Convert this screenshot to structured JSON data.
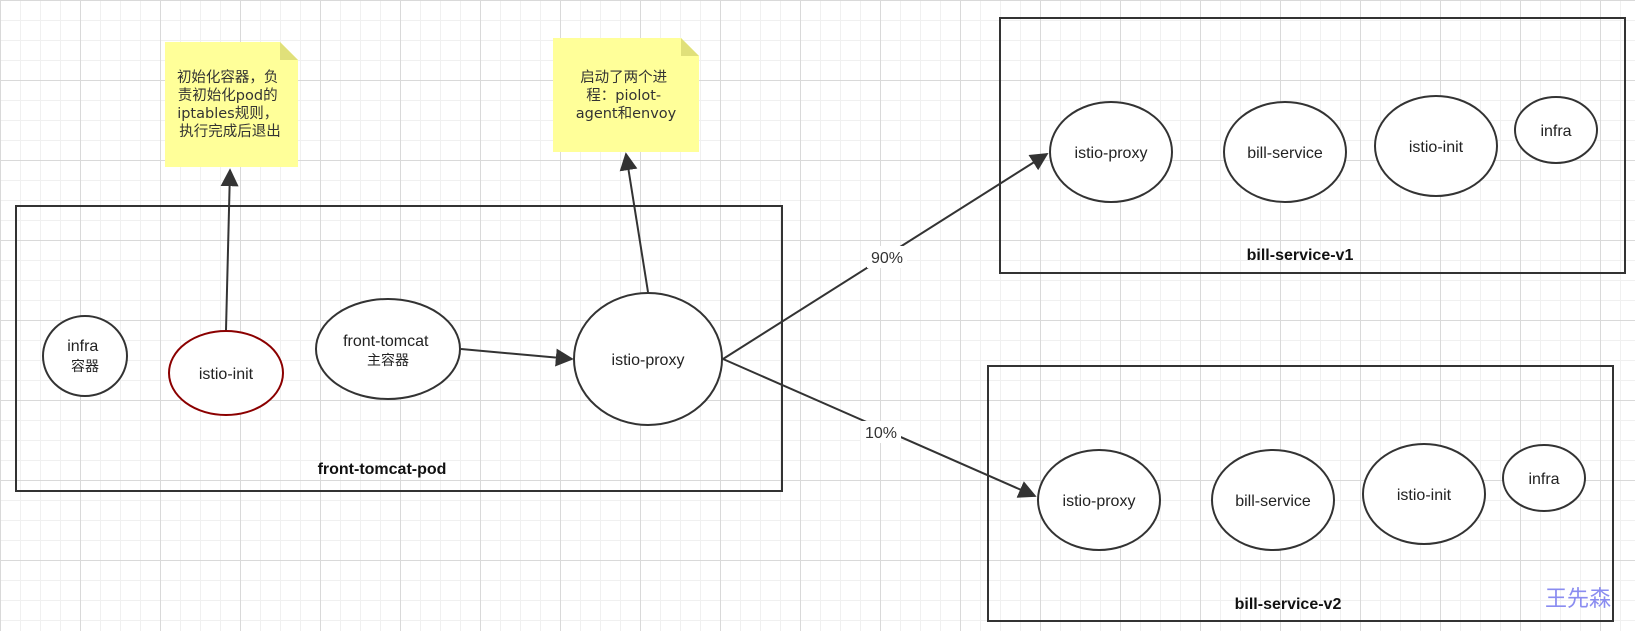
{
  "colors": {
    "stroke": "#333333",
    "highlight_stroke": "#8b0000",
    "note_fill": "#ffff99",
    "note_fold": "#e0e07a",
    "watermark": "#8a8cf0"
  },
  "pods": {
    "front": {
      "title": "front-tomcat-pod"
    },
    "v1": {
      "title": "bill-service-v1"
    },
    "v2": {
      "title": "bill-service-v2"
    }
  },
  "nodes": {
    "front_infra": {
      "lines": [
        "infra",
        "容器"
      ]
    },
    "front_init": {
      "lines": [
        "istio-init"
      ]
    },
    "front_tomcat": {
      "lines": [
        "front-tomcat",
        "主容器"
      ]
    },
    "front_proxy": {
      "lines": [
        "istio-proxy"
      ]
    },
    "v1_proxy": {
      "lines": [
        "istio-proxy"
      ]
    },
    "v1_bill": {
      "lines": [
        "bill-service"
      ]
    },
    "v1_init": {
      "lines": [
        "istio-init"
      ]
    },
    "v1_infra": {
      "lines": [
        "infra"
      ]
    },
    "v2_proxy": {
      "lines": [
        "istio-proxy"
      ]
    },
    "v2_bill": {
      "lines": [
        "bill-service"
      ]
    },
    "v2_init": {
      "lines": [
        "istio-init"
      ]
    },
    "v2_infra": {
      "lines": [
        "infra"
      ]
    }
  },
  "notes": {
    "init_note": {
      "lines": [
        "初始化容器，负",
        "责初始化pod的",
        "iptables规则，",
        "执行完成后退出"
      ]
    },
    "proxy_note": {
      "lines": [
        "启动了两个进",
        "程：piolot-",
        "agent和envoy"
      ]
    }
  },
  "edges": {
    "to_v1": {
      "label": "90%"
    },
    "to_v2": {
      "label": "10%"
    }
  },
  "watermark": "王先森"
}
